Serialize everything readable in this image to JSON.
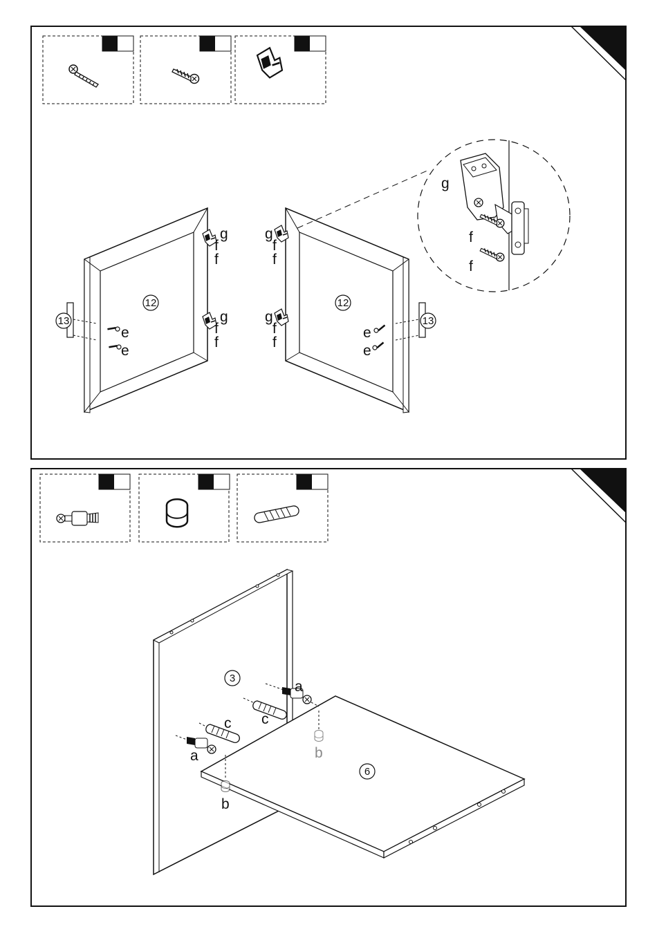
{
  "step1": {
    "parts": [
      {
        "icon": "long-screw-icon"
      },
      {
        "icon": "wood-screw-icon"
      },
      {
        "icon": "hinge-icon"
      }
    ],
    "labels": {
      "door_left": "12",
      "door_right": "12",
      "handle_left": "13",
      "handle_right": "13",
      "hinge": "g",
      "hinge_screw": "f",
      "handle_screw": "e"
    }
  },
  "step2": {
    "parts": [
      {
        "icon": "cam-bolt-icon"
      },
      {
        "icon": "cam-lock-icon"
      },
      {
        "icon": "wooden-dowel-icon"
      }
    ],
    "labels": {
      "side_panel": "3",
      "shelf_panel": "6",
      "cam_bolt": "a",
      "cam_lock": "b",
      "dowel": "c"
    }
  }
}
